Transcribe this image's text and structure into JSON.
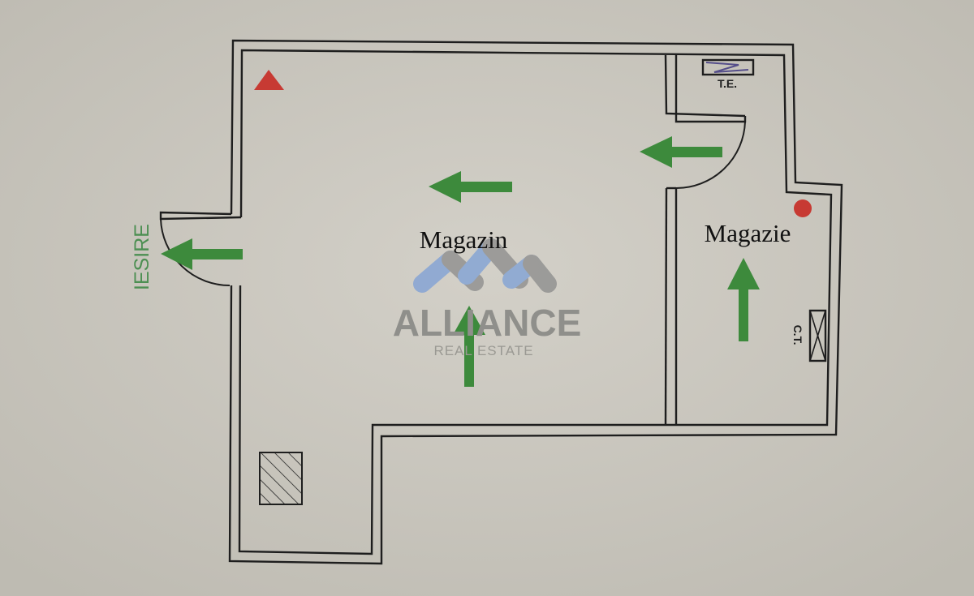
{
  "rooms": {
    "main": "Magazin",
    "storage": "Magazie"
  },
  "exit_label": "IESIRE",
  "symbols": {
    "electric_panel": "T.E.",
    "heating_unit": "C.T."
  },
  "watermark": {
    "brand": "ALLIANCE",
    "tagline": "REAL ESTATE"
  },
  "colors": {
    "paper": "#c9c6bd",
    "wall": "#1e1e1e",
    "arrow": "#3d8a3c",
    "exit_text": "#4c8f52",
    "marker_red": "#c73a33",
    "watermark_blue": "#7c9fd6",
    "watermark_gray": "#8a8a8a"
  },
  "icons": [
    "evacuation-arrow",
    "fire-extinguisher-triangle",
    "alarm-dot",
    "stairs-hatch"
  ]
}
